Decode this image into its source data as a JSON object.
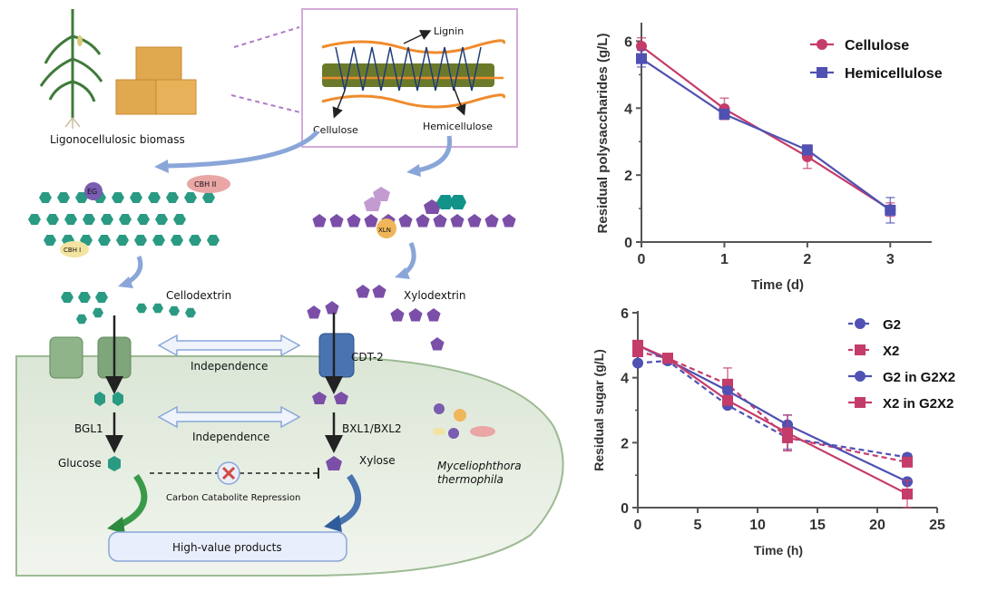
{
  "diagram": {
    "biomass_label": "Ligonocellulosic biomass",
    "lignin_label": "Lignin",
    "cellulose_label": "Cellulose",
    "hemicellulose_label": "Hemicellulose",
    "enzymes": {
      "eg": "EG",
      "cbh1": "CBH I",
      "cbh2": "CBH II",
      "xln": "XLN"
    },
    "cellodextrin_label": "Cellodextrin",
    "xylodextrin_label": "Xylodextrin",
    "cdt2_label": "CDT-2",
    "independence_1": "Independence",
    "independence_2": "Independence",
    "bgl1_label": "BGL1",
    "bxl_label": "BXL1/BXL2",
    "glucose_label": "Glucose",
    "xylose_label": "Xylose",
    "ccr_label": "Carbon Catabolite Repression",
    "products_label": "High-value products",
    "organism_line1": "Myceliophthora",
    "organism_line2": "thermophila",
    "colors": {
      "glucose": "#2a9a83",
      "xylose": "#7b4fa8",
      "cell": "#e4ece0",
      "arrow": "#8aa6d8"
    }
  },
  "chart_data": [
    {
      "type": "line",
      "title": "",
      "xlabel": "Time (d)",
      "ylabel": "Residual polysaccharides (g/L)",
      "xlim": [
        0,
        3.5
      ],
      "ylim": [
        0,
        6.5
      ],
      "xticks": [
        "0",
        "1",
        "2",
        "3"
      ],
      "xtick_values": [
        0,
        1,
        2,
        3
      ],
      "yticks": [
        "0",
        "2",
        "4",
        "6"
      ],
      "ytick_values": [
        0,
        2,
        4,
        6
      ],
      "legend_position": "top-right",
      "series": [
        {
          "name": "Cellulose",
          "marker": "circle",
          "dash": false,
          "color": "#c43c6a",
          "x": [
            0,
            1,
            2,
            3
          ],
          "y": [
            5.85,
            3.98,
            2.55,
            0.97
          ],
          "err": [
            0.25,
            0.32,
            0.35,
            0.2
          ]
        },
        {
          "name": "Hemicellulose",
          "marker": "square",
          "dash": false,
          "color": "#4f51b3",
          "x": [
            0,
            1,
            2,
            3
          ],
          "y": [
            5.48,
            3.82,
            2.75,
            0.95
          ],
          "err": [
            0.25,
            0.12,
            0.12,
            0.38
          ]
        }
      ]
    },
    {
      "type": "line",
      "title": "",
      "xlabel": "Time (h)",
      "ylabel": "Residual sugar (g/L)",
      "xlim": [
        0,
        25
      ],
      "ylim": [
        0,
        6
      ],
      "xticks": [
        "0",
        "5",
        "10",
        "15",
        "20",
        "25"
      ],
      "xtick_values": [
        0,
        5,
        10,
        15,
        20,
        25
      ],
      "yticks": [
        "0",
        "2",
        "4",
        "6"
      ],
      "ytick_values": [
        0,
        2,
        4,
        6
      ],
      "legend_position": "top-right",
      "series": [
        {
          "name": "G2",
          "marker": "circle",
          "dash": true,
          "color": "#4f51b3",
          "x": [
            0,
            2.5,
            7.5,
            12.5,
            22.5
          ],
          "y": [
            4.45,
            4.52,
            3.15,
            2.15,
            1.55
          ],
          "err": [
            0.05,
            0.1,
            0.08,
            0.35,
            0.1
          ]
        },
        {
          "name": "X2",
          "marker": "square",
          "dash": true,
          "color": "#c43c6a",
          "x": [
            0,
            2.5,
            7.5,
            12.5,
            22.5
          ],
          "y": [
            4.8,
            4.6,
            3.8,
            2.15,
            1.4
          ],
          "err": [
            0.1,
            0.08,
            0.5,
            0.4,
            0.1
          ]
        },
        {
          "name": "G2 in G2X2",
          "marker": "circle",
          "dash": false,
          "color": "#4f51b3",
          "x": [
            0,
            2.5,
            7.5,
            12.5,
            22.5
          ],
          "y": [
            5.0,
            4.55,
            3.6,
            2.55,
            0.8
          ],
          "err": [
            0.05,
            0.08,
            0.1,
            0.3,
            0.05
          ]
        },
        {
          "name": "X2 in G2X2",
          "marker": "square",
          "dash": false,
          "color": "#c43c6a",
          "x": [
            0,
            2.5,
            7.5,
            12.5,
            22.5
          ],
          "y": [
            5.0,
            4.6,
            3.3,
            2.3,
            0.42
          ],
          "err": [
            0.08,
            0.08,
            0.1,
            0.55,
            0.42
          ]
        }
      ]
    }
  ]
}
